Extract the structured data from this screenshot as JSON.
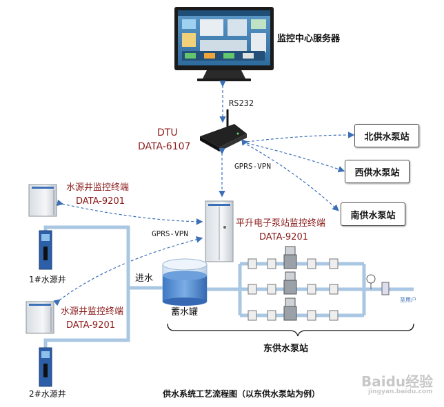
{
  "labels": {
    "server": "监控中心服务器",
    "rs232": "RS232",
    "dtu_title": "DTU",
    "dtu_model": "DATA-6107",
    "gprs_top": "GPRS-VPN",
    "gprs_left": "GPRS-VPN",
    "well_terminal_1": "水源井监控终端",
    "well_terminal_1_model": "DATA-9201",
    "well_terminal_2": "水源井监控终端",
    "well_terminal_2_model": "DATA-9201",
    "pump_terminal": "平升电子泵站监控终端",
    "pump_terminal_model": "DATA-9201",
    "well_1": "1#水源井",
    "well_2": "2#水源井",
    "inlet": "进水",
    "tank": "蓄水罐",
    "east_station": "东供水泵站",
    "user_tag": "至用户",
    "caption": "供水系统工艺流程图（以东供水泵站为例）"
  },
  "stations": {
    "north": "北供水泵站",
    "west": "西供水泵站",
    "south": "南供水泵站"
  },
  "watermark": {
    "brand": "Baidu经验",
    "url": "jingyan.baidu.com"
  },
  "colors": {
    "pipe": "#a9c7e2",
    "dashed_link": "#3b6fb6",
    "label_red": "#8b1a1a",
    "water": "#5b8fd4"
  }
}
